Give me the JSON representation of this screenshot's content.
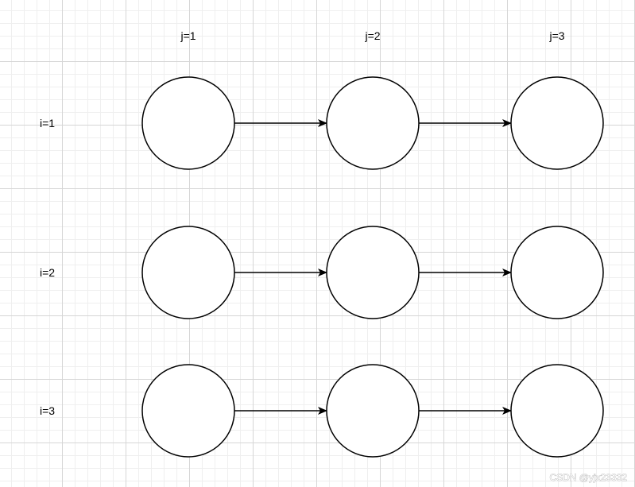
{
  "column_labels": [
    "j=1",
    "j=2",
    "j=3"
  ],
  "row_labels": [
    "i=1",
    "i=2",
    "i=3"
  ],
  "rows": [
    {
      "nodes": [
        "",
        "",
        ""
      ],
      "edges": [
        {
          "from": 0,
          "to": 1
        },
        {
          "from": 1,
          "to": 2
        }
      ]
    },
    {
      "nodes": [
        "",
        "",
        ""
      ],
      "edges": [
        {
          "from": 0,
          "to": 1
        },
        {
          "from": 1,
          "to": 2
        }
      ]
    },
    {
      "nodes": [
        "",
        "",
        ""
      ],
      "edges": [
        {
          "from": 0,
          "to": 1
        },
        {
          "from": 1,
          "to": 2
        }
      ]
    }
  ],
  "colors": {
    "background": "#ffffff",
    "grid_minor": "#efefef",
    "grid_major": "#d6d6d6",
    "stroke": "#000000",
    "node_fill": "#ffffff"
  },
  "watermark": "CSDN @yjx23332"
}
